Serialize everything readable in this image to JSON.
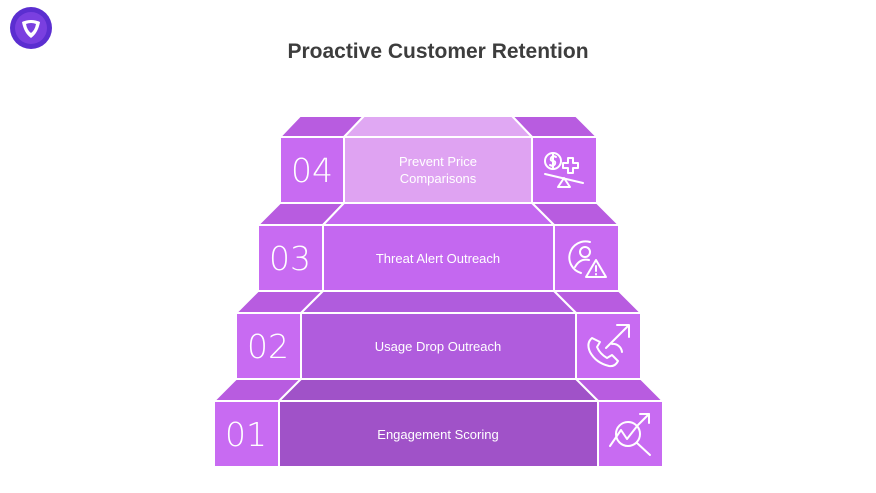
{
  "title": "Proactive Customer Retention",
  "steps": [
    {
      "number": "01",
      "label_lines": [
        "Engagement Scoring"
      ],
      "icon": "trend-search-icon"
    },
    {
      "number": "02",
      "label_lines": [
        "Usage Drop Outreach"
      ],
      "icon": "phone-outgoing-icon"
    },
    {
      "number": "03",
      "label_lines": [
        "Threat Alert Outreach"
      ],
      "icon": "user-warning-icon"
    },
    {
      "number": "04",
      "label_lines": [
        "Prevent Price",
        "Comparisons"
      ],
      "icon": "price-scale-icon"
    }
  ],
  "colors": {
    "accent": "#C86BF2",
    "side_top": "#B85CE0",
    "tread": "#A861D8",
    "step1_front": "#A052C8",
    "step2_front": "#B05CDD",
    "step3_front": "#C468F0",
    "step4_front": "#DFA3F2",
    "logo": "#5B2ED0"
  }
}
